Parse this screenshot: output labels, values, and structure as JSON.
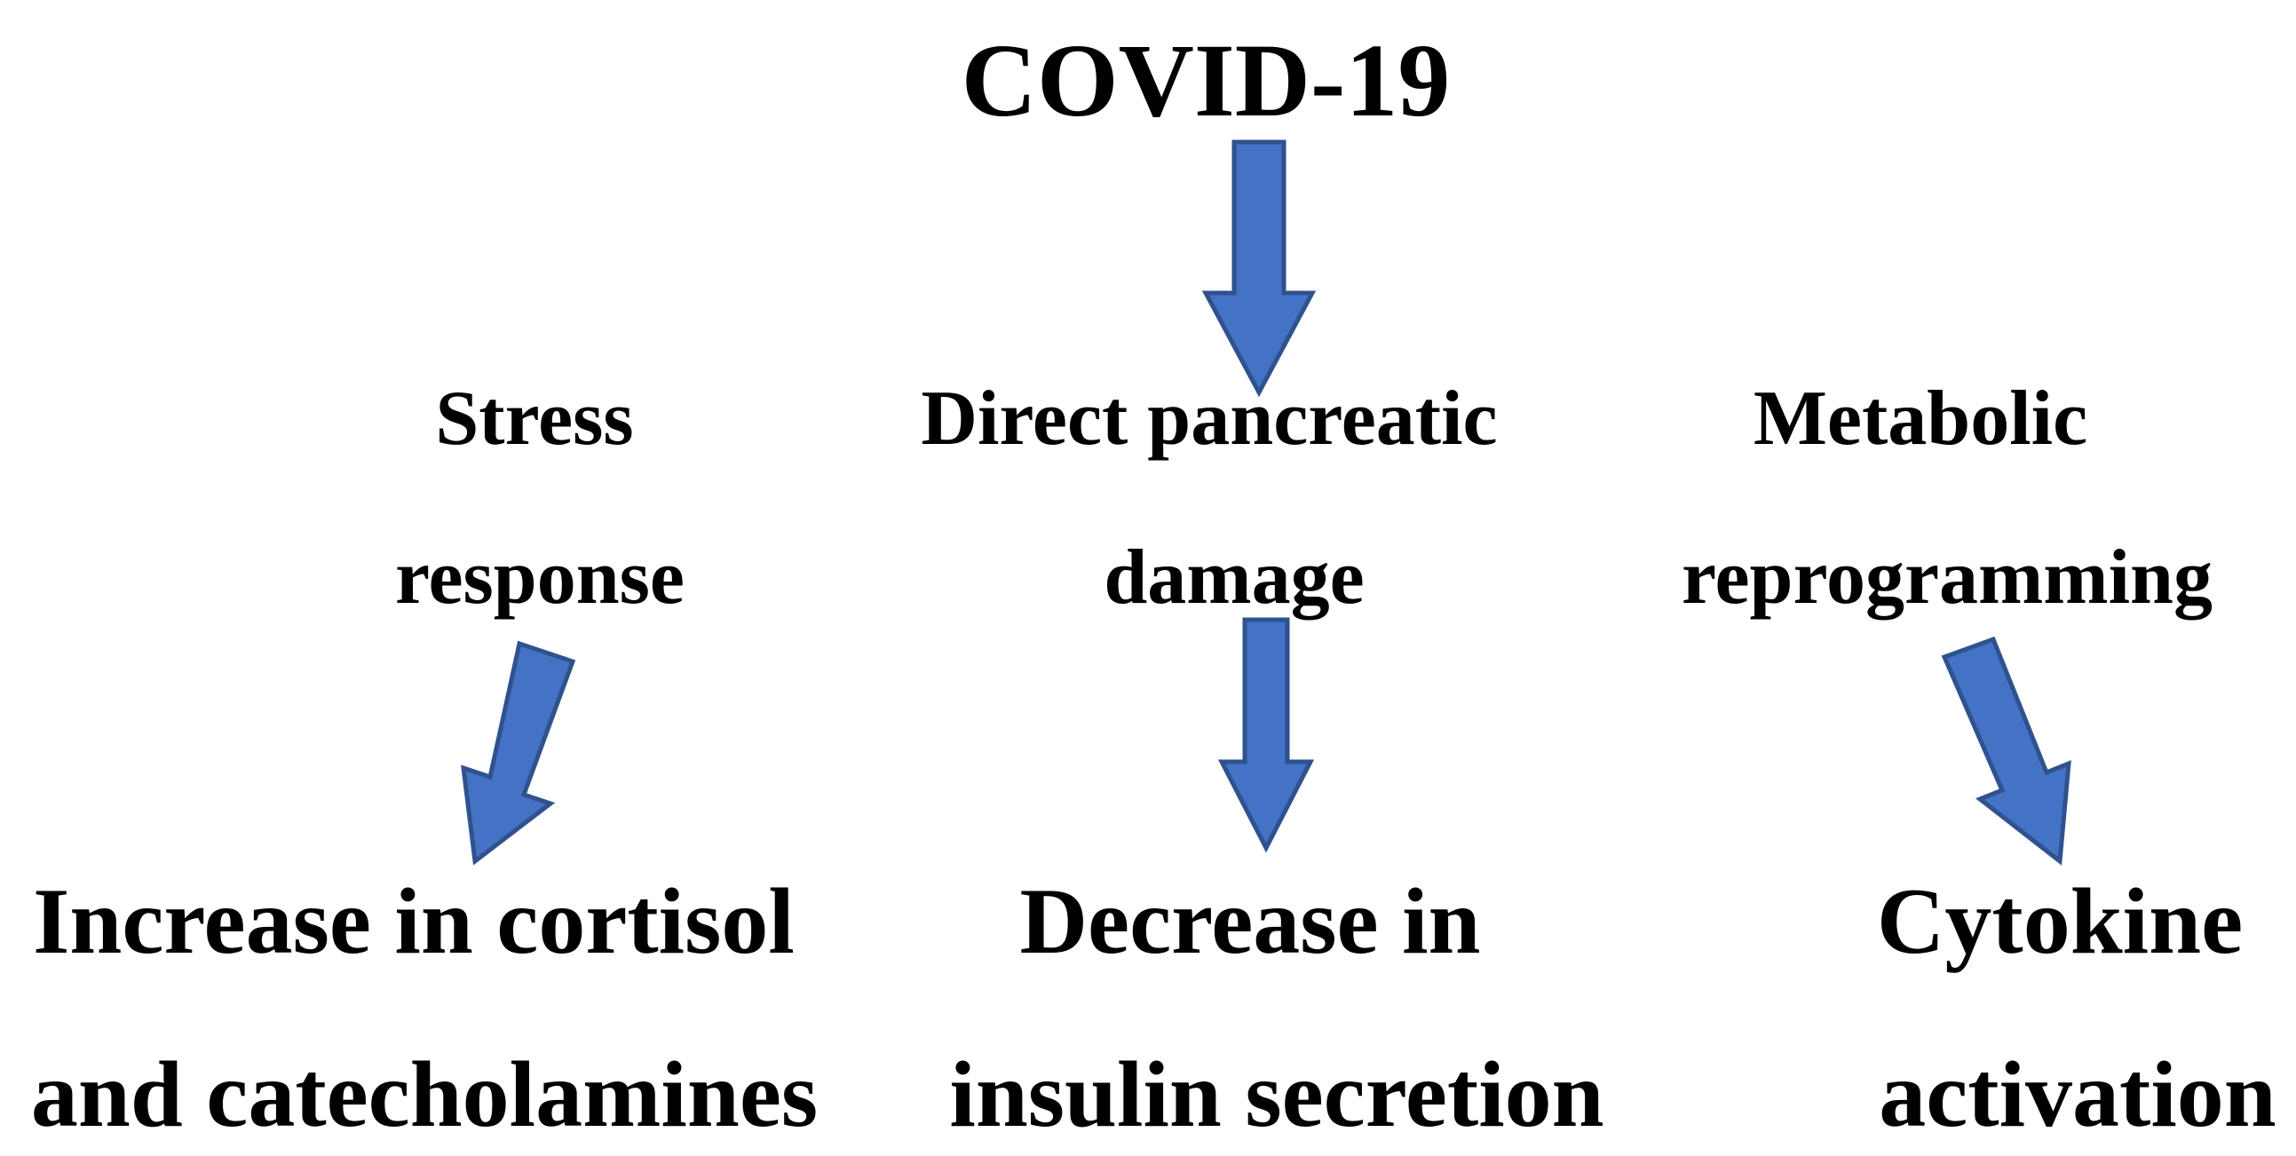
{
  "diagram": {
    "title": "COVID-19",
    "arrow_color": "#4472C4",
    "arrow_stroke": "#2F528F",
    "mechanisms": [
      {
        "line1": "Stress",
        "line2": "response",
        "effect_line1": "Increase in cortisol",
        "effect_line2": "and catecholamines"
      },
      {
        "line1": "Direct pancreatic",
        "line2": "damage",
        "effect_line1": "Decrease in",
        "effect_line2": "insulin secretion"
      },
      {
        "line1": "Metabolic",
        "line2": "reprogramming",
        "effect_line1": "Cytokine",
        "effect_line2": "activation"
      }
    ]
  }
}
